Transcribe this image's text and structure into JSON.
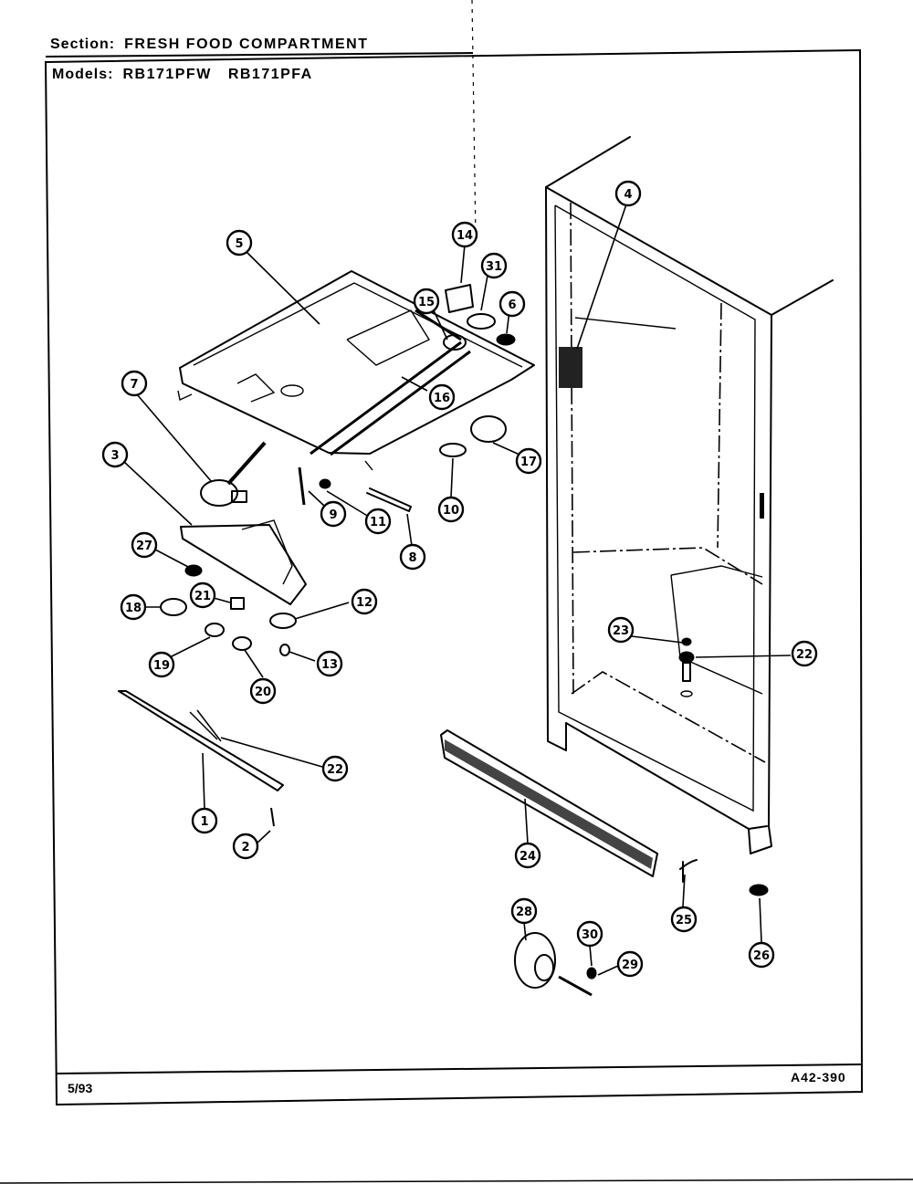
{
  "header": {
    "section_label": "Section:",
    "section_value": "FRESH FOOD COMPARTMENT",
    "models_label": "Models:",
    "models": [
      "RB171PFW",
      "RB171PFA"
    ]
  },
  "footer": {
    "date": "5/93",
    "code": "A42-390"
  },
  "callouts": [
    {
      "id": "c1",
      "label": "1"
    },
    {
      "id": "c2",
      "label": "2"
    },
    {
      "id": "c3",
      "label": "3"
    },
    {
      "id": "c4",
      "label": "4"
    },
    {
      "id": "c5",
      "label": "5"
    },
    {
      "id": "c6",
      "label": "6"
    },
    {
      "id": "c7",
      "label": "7"
    },
    {
      "id": "c8",
      "label": "8"
    },
    {
      "id": "c9",
      "label": "9"
    },
    {
      "id": "c10",
      "label": "10"
    },
    {
      "id": "c11",
      "label": "11"
    },
    {
      "id": "c12",
      "label": "12"
    },
    {
      "id": "c13",
      "label": "13"
    },
    {
      "id": "c14",
      "label": "14"
    },
    {
      "id": "c15",
      "label": "15"
    },
    {
      "id": "c16",
      "label": "16"
    },
    {
      "id": "c17",
      "label": "17"
    },
    {
      "id": "c18",
      "label": "18"
    },
    {
      "id": "c19",
      "label": "19"
    },
    {
      "id": "c20",
      "label": "20"
    },
    {
      "id": "c21",
      "label": "21"
    },
    {
      "id": "c22a",
      "label": "22"
    },
    {
      "id": "c22b",
      "label": "22"
    },
    {
      "id": "c23",
      "label": "23"
    },
    {
      "id": "c24",
      "label": "24"
    },
    {
      "id": "c25",
      "label": "25"
    },
    {
      "id": "c26",
      "label": "26"
    },
    {
      "id": "c27",
      "label": "27"
    },
    {
      "id": "c28",
      "label": "28"
    },
    {
      "id": "c29",
      "label": "29"
    },
    {
      "id": "c30",
      "label": "30"
    },
    {
      "id": "c31",
      "label": "31"
    }
  ]
}
